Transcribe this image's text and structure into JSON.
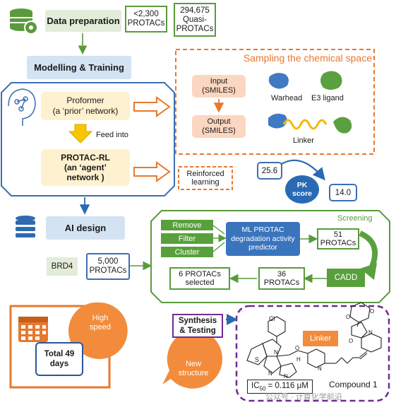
{
  "data_preparation": {
    "label": "Data preparation",
    "protacs": "<2,300\nPROTACs",
    "quasi": "294,675\nQuasi-\nPROTACs"
  },
  "modelling": {
    "label": "Modelling & Training"
  },
  "sampling": {
    "title": "Sampling the chemical space",
    "input": "Input\n(SMILES)",
    "output": "Output\n(SMILES)",
    "warhead": "Warhead",
    "e3": "E3 ligand",
    "linker": "Linker"
  },
  "proformer": "Proformer\n(a ‘prior’ network)",
  "feed_into": "Feed into",
  "protac_rl": {
    "title": "PROTAC-RL",
    "subtitle": "(an ‘agent’\nnetwork )"
  },
  "reinforced": "Reinforced\nlearning",
  "pk": {
    "before": "25.6",
    "label": "PK\nscore",
    "after": "14.0"
  },
  "ai_design": {
    "label": "AI design"
  },
  "brd4": "BRD4",
  "brd4_count": "5,000\nPROTACs",
  "screening": {
    "title": "Screening",
    "remove": "Remove",
    "filter": "Filter",
    "cluster": "Cluster",
    "ml": "ML PROTAC\ndegradation activity\npredictor",
    "p51": "51\nPROTACs",
    "cadd": "CADD",
    "p36": "36\nPROTACs",
    "p6": "6 PROTACs\nselected"
  },
  "high_speed": "High\nspeed",
  "total_days": "Total 49\ndays",
  "synthesis": "Synthesis\n& Testing",
  "new_structure": "New\nstructure",
  "compound": {
    "linker": "Linker",
    "ic50_prefix": "IC",
    "ic50_sub": "50",
    "ic50_value": " = 0.116 μM",
    "name": "Compound 1",
    "cl": "Cl",
    "s": "S",
    "n_labels": [
      "N",
      "N",
      "N",
      "N",
      "N",
      "O",
      "O",
      "O",
      "O",
      "H"
    ]
  },
  "watermark": "公众号 · 计算化学前沿",
  "colors": {
    "green": "#5a9a3c",
    "blue": "#3d6eb2",
    "orange": "#e8782e",
    "purple": "#6f2c91",
    "light_green": "#e3ecd9",
    "light_blue": "#d4e3f3",
    "peach": "#fbd6c0"
  }
}
